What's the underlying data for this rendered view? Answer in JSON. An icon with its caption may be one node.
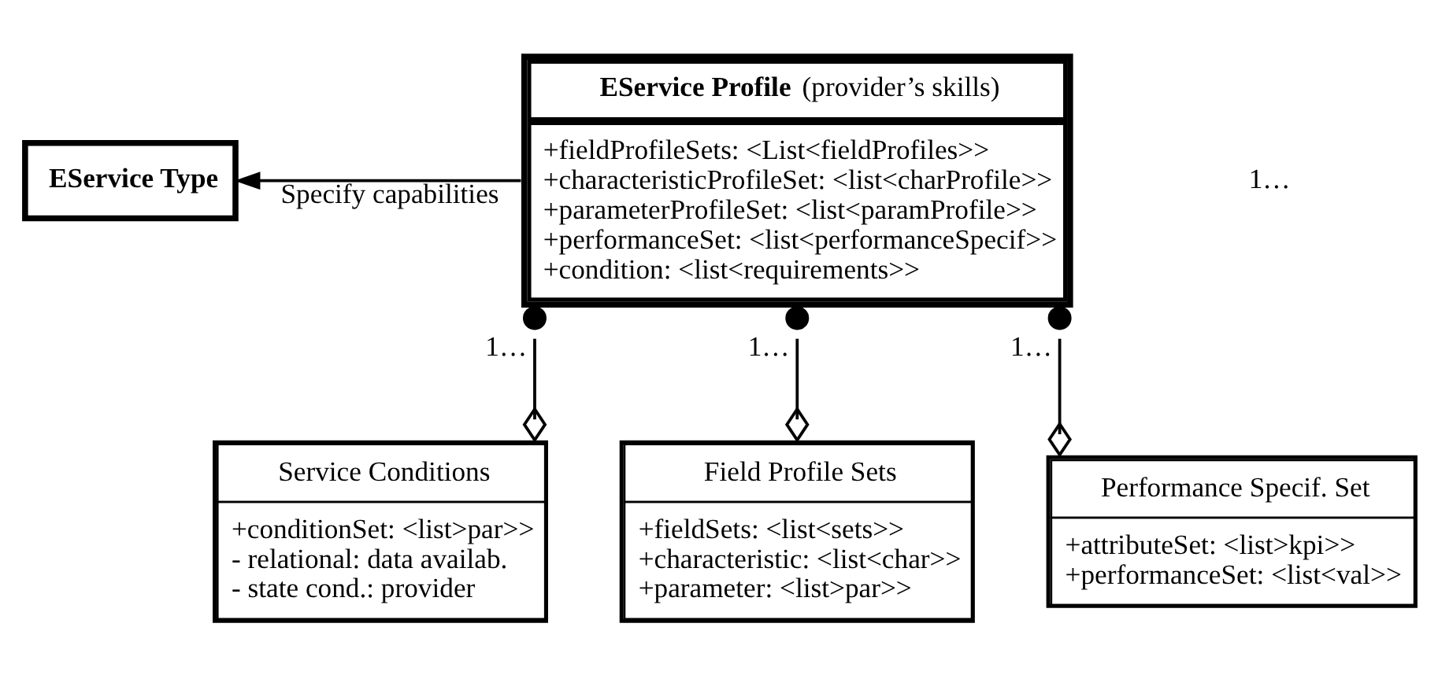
{
  "diagram": {
    "nodes": [
      {
        "text": [
          "EService Type"
        ]
      },
      {
        "text": [
          "**EService Profile** (provider’s skills)",
          "+fieldProfileSets: <List<fieldProfiles>>",
          "+characteristicProfileSet: <list<charProfile>>",
          "+parameterProfileSet: <list<paramProfile>>",
          "+performanceSet: <list<performanceSpecif>>",
          "+condition: <list<requirements>>"
        ]
      },
      {
        "text": [
          "Service Conditions",
          "+conditionSet: <list>par>>",
          "- relational: data availab.",
          "- state cond.: provider"
        ]
      },
      {
        "text": [
          "Field Profile Sets",
          "+fieldSets: <list<sets>>",
          "+characteristic: <list<char>>",
          "+parameter: <list>par>>"
        ]
      },
      {
        "text": [
          "Performance Specif. Set",
          "+attributeSet: <list>kpi>>",
          "+performanceSet: <list<val>>"
        ]
      }
    ],
    "edges": [
      {
        "from": 1,
        "to": 0,
        "arrow": "to",
        "label": "Specify capabilities"
      },
      {
        "from": 2,
        "to": 1,
        "arrow": "other",
        "label": "1…"
      },
      {
        "from": 3,
        "to": 1,
        "arrow": "other",
        "label": "1…"
      },
      {
        "from": 4,
        "to": 1,
        "arrow": "other",
        "label": "1…"
      }
    ],
    "labels": [
      "1…"
    ]
  }
}
